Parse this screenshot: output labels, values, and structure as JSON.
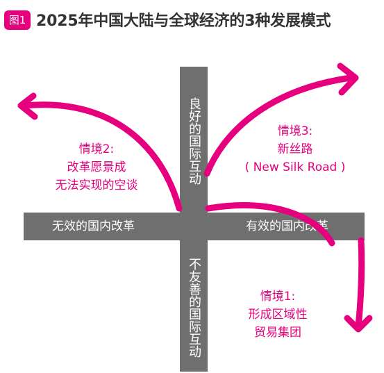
{
  "figure": {
    "badge": "图1",
    "title": "2025年中国大陆与全球经济的3种发展模式"
  },
  "axes": {
    "top": "良好的国际互动",
    "bottom": "不友善的国际互动",
    "left": "无效的国内改革",
    "right": "有效的国内改革"
  },
  "scenarios": [
    {
      "lines": [
        "情境3:",
        "新丝路",
        "( New Silk Road )"
      ]
    },
    {
      "lines": [
        "情境2:",
        "改革愿景成",
        "无法实现的空谈"
      ]
    },
    {
      "lines": [
        "情境1:",
        "形成区域性",
        "贸易集团"
      ]
    }
  ],
  "colors": {
    "accent": "#e6007e",
    "bar": "#6f6f6f",
    "title": "#333333"
  }
}
